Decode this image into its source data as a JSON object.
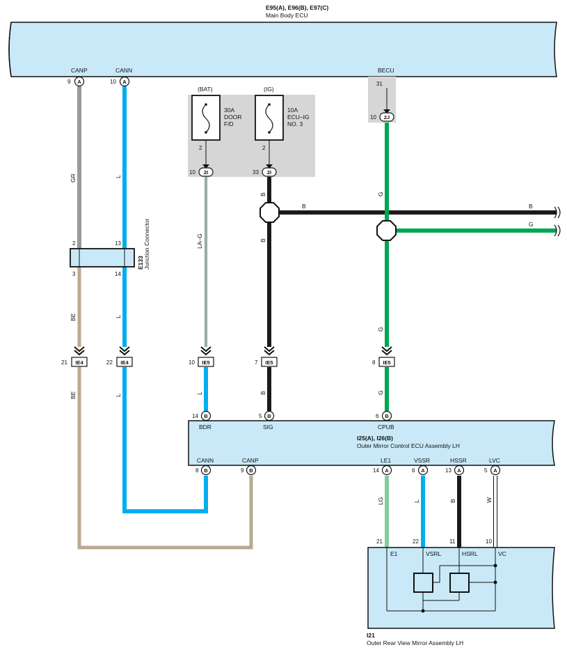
{
  "main_body_ecu": {
    "code": "E95(A), E96(B), E97(C)",
    "name": "Main Body ECU",
    "pins": [
      {
        "num": "9",
        "letter": "A",
        "name": "CANP"
      },
      {
        "num": "10",
        "letter": "A",
        "name": "CANN"
      },
      {
        "num": "31",
        "name": "BECU"
      },
      {
        "num": "10",
        "letter": "2J"
      }
    ]
  },
  "fuses": [
    {
      "supply": "(BAT)",
      "rating": "30A",
      "line1": "DOOR",
      "line2": "F/D",
      "pin": "2",
      "conn_num": "10",
      "conn": "2I"
    },
    {
      "supply": "(IG)",
      "rating": "10A",
      "line1": "ECU–IG",
      "line2": "NO. 3",
      "pin": "2",
      "conn_num": "33",
      "conn": "2I"
    }
  ],
  "junction": {
    "code": "E133",
    "name": "Junction Connector",
    "pins_top": [
      "2",
      "13"
    ],
    "pins_bottom": [
      "3",
      "14"
    ]
  },
  "wire_colors": {
    "canp_upper": "GR",
    "cann_upper": "L",
    "bat": "LA–G",
    "ig_upper": "B",
    "ig_lower": "B",
    "branch_b": "B",
    "branch_b_end": "B",
    "g_upper": "G",
    "g_lower": "G",
    "branch_g": "G",
    "canp_lower": "BE",
    "canp_lower2": "BE",
    "cann_lower": "L",
    "cann_lower2": "L",
    "bdr": "L",
    "sig": "B",
    "cpub": "G",
    "le1": "LG",
    "vssr": "L",
    "hssr": "B",
    "lvc": "W"
  },
  "ie_connectors": [
    {
      "num": "21",
      "name": "IE4"
    },
    {
      "num": "22",
      "name": "IE4"
    },
    {
      "num": "10",
      "name": "IE5"
    },
    {
      "num": "7",
      "name": "IE5"
    },
    {
      "num": "8",
      "name": "IE5"
    }
  ],
  "mirror_ecu": {
    "code": "I25(A), I26(B)",
    "name": "Outer Mirror Control ECU Assembly LH",
    "top_pins": [
      {
        "num": "14",
        "letter": "B",
        "name": "BDR"
      },
      {
        "num": "5",
        "letter": "B",
        "name": "SIG"
      },
      {
        "num": "6",
        "letter": "B",
        "name": "CPUB"
      }
    ],
    "bottom_pins": [
      {
        "num": "8",
        "letter": "B",
        "name": "CANN"
      },
      {
        "num": "9",
        "letter": "B",
        "name": "CANP"
      },
      {
        "num": "14",
        "letter": "A",
        "name": "LE1"
      },
      {
        "num": "6",
        "letter": "A",
        "name": "VSSR"
      },
      {
        "num": "13",
        "letter": "A",
        "name": "HSSR"
      },
      {
        "num": "5",
        "letter": "A",
        "name": "LVC"
      }
    ]
  },
  "mirror_assembly": {
    "code": "I21",
    "name": "Outer Rear View Mirror Assembly LH",
    "pins": [
      {
        "num": "21",
        "name": "E1"
      },
      {
        "num": "22",
        "name": "VSRL"
      },
      {
        "num": "11",
        "name": "HSRL"
      },
      {
        "num": "10",
        "name": "VC"
      }
    ]
  },
  "colors": {
    "component_fill": "#c9e9f8",
    "fuse_box_fill": "#d6d6d6",
    "wire_gray": "#9a9a9a",
    "wire_blue": "#00aeef",
    "wire_black": "#1a1a1a",
    "wire_green": "#00a651",
    "wire_tan": "#bba98f",
    "wire_lightgreen": "#86cba0",
    "wire_white": "#ffffff"
  }
}
